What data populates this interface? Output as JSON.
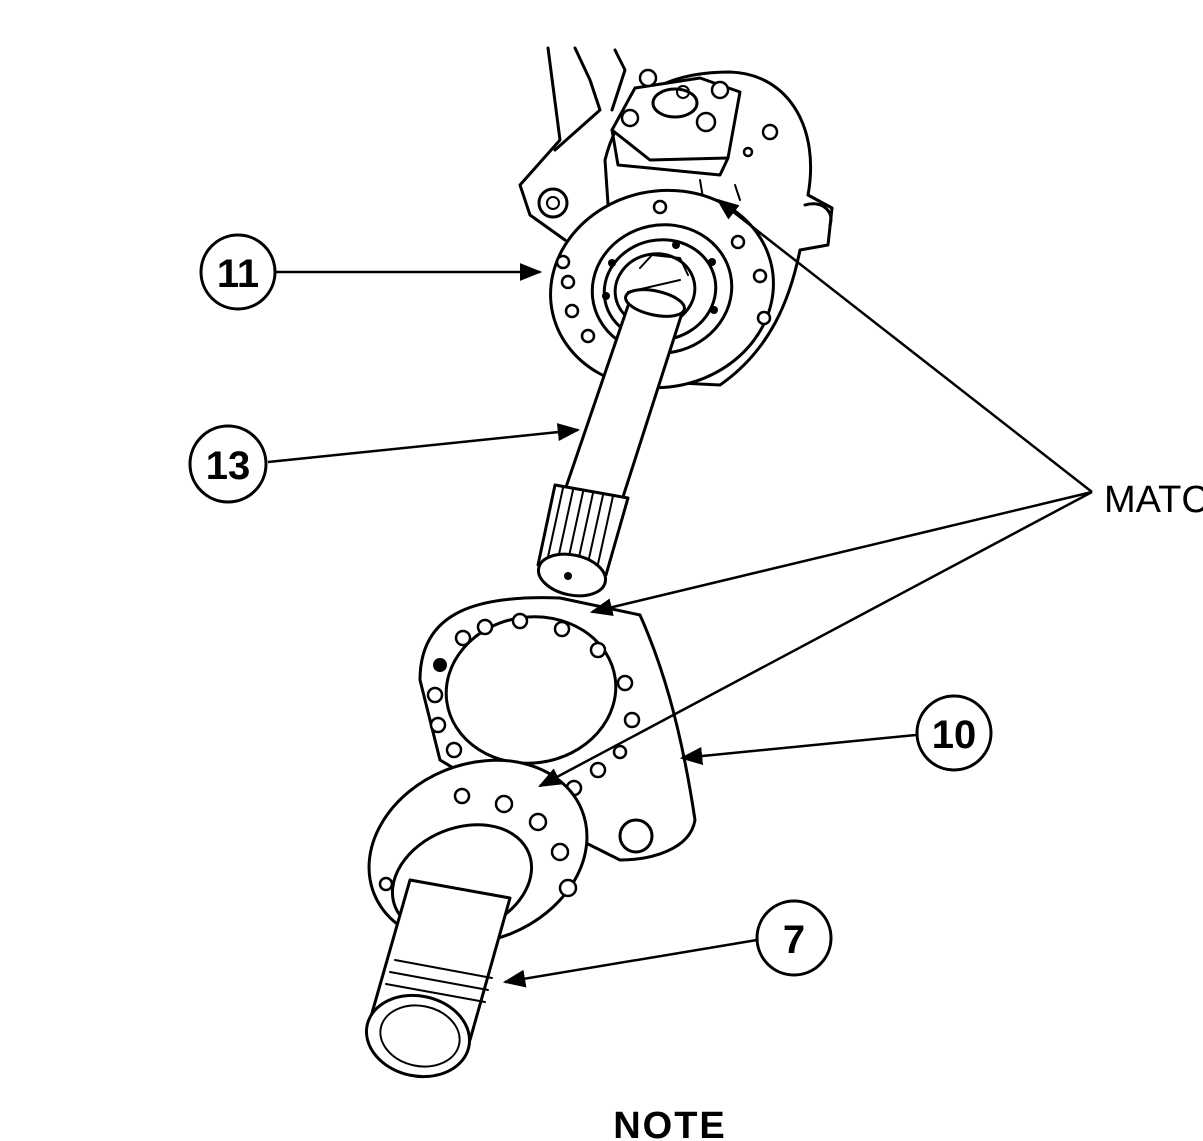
{
  "callouts": [
    {
      "id": "11",
      "label": "11"
    },
    {
      "id": "13",
      "label": "13"
    },
    {
      "id": "10",
      "label": "10"
    },
    {
      "id": "7",
      "label": "7"
    }
  ],
  "match_label": "MATC",
  "note_heading": "NOTE"
}
